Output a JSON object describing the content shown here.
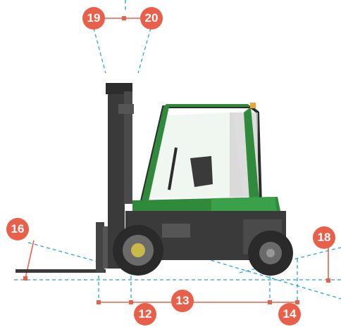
{
  "colors": {
    "accent": "#e8604a",
    "guide": "#2aa3d8",
    "body_green": "#2f8a3c",
    "chassis_dark": "#3a3a3a",
    "wheel": "#2a2a2a",
    "hub": "#c9b84a"
  },
  "dimension_labels": [
    "19",
    "20",
    "16",
    "18",
    "13",
    "12",
    "14"
  ],
  "icons": [
    "forklift-illustration"
  ]
}
